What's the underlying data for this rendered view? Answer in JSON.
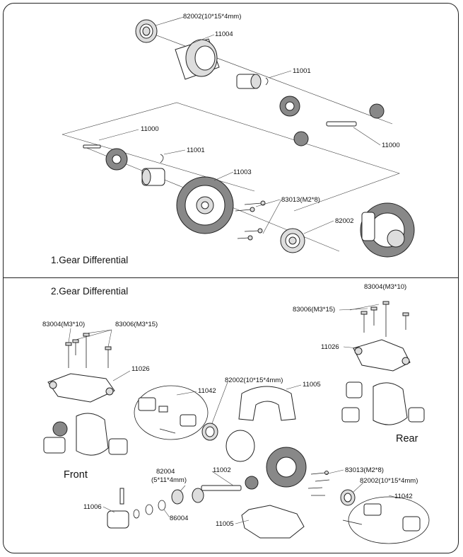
{
  "section1": {
    "title": "1.Gear Differential"
  },
  "section2": {
    "title": "2.Gear Differential",
    "front_label": "Front",
    "rear_label": "Rear"
  },
  "labels": {
    "s1_82002_top": "82002(10*15*4mm)",
    "s1_11004": "11004",
    "s1_11001_a": "11001",
    "s1_11000_a": "11000",
    "s1_11000_b": "11000",
    "s1_11001_b": "11001",
    "s1_11003": "11003",
    "s1_83013": "83013(M2*8)",
    "s1_82002_bottom": "82002",
    "s2_83004_left": "83004(M3*10)",
    "s2_83006_left": "83006(M3*15)",
    "s2_11026_left": "11026",
    "s2_83004_right": "83004(M3*10)",
    "s2_83006_right": "83006(M3*15)",
    "s2_11026_right": "11026",
    "s2_11042_a": "11042",
    "s2_82002_mid": "82002(10*15*4mm)",
    "s2_11005_top": "11005",
    "s2_82004_line1": "82004",
    "s2_82004_line2": "(5*11*4mm)",
    "s2_11002": "11002",
    "s2_83013": "83013(M2*8)",
    "s2_82002_right": "82002(10*15*4mm)",
    "s2_11042_b": "11042",
    "s2_11006": "11006",
    "s2_86004": "86004",
    "s2_11005_bottom": "11005"
  }
}
